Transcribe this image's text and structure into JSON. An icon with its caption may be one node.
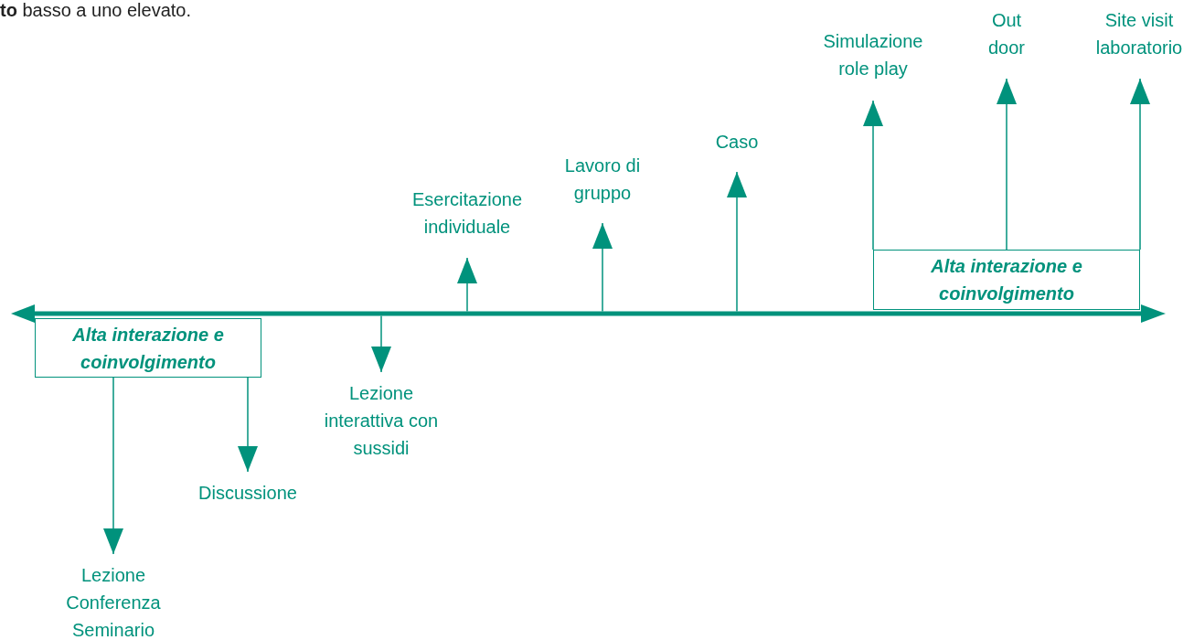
{
  "diagram": {
    "nodes": [
      {
        "text": [
          "Alta interazione e coinvolgimento"
        ]
      },
      {
        "text": [
          "Lezione Conferenza Seminario"
        ]
      },
      {
        "text": [
          "Discussione"
        ]
      },
      {
        "text": [
          "Lezione interattiva con sussidi"
        ]
      },
      {
        "text": [
          "Esercitazione individuale"
        ]
      },
      {
        "text": [
          "Lavoro di gruppo"
        ]
      },
      {
        "text": [
          "Caso"
        ]
      },
      {
        "text": [
          "Alta interazione e coinvolgimento"
        ]
      },
      {
        "text": [
          "Simulazione role play"
        ]
      },
      {
        "text": [
          "Out door"
        ]
      },
      {
        "text": [
          "Site visit laboratorio"
        ]
      },
      {
        "text": [],
        "shape": "bar"
      }
    ],
    "edges": [
      {
        "from": 0,
        "to": 1,
        "arrow": "to"
      },
      {
        "from": 0,
        "to": 2,
        "arrow": "to"
      },
      {
        "from": 11,
        "to": 3,
        "arrow": "to"
      },
      {
        "from": 11,
        "to": 4,
        "arrow": "to"
      },
      {
        "from": 11,
        "to": 5,
        "arrow": "to"
      },
      {
        "from": 11,
        "to": 6,
        "arrow": "to"
      },
      {
        "from": 7,
        "to": 8,
        "arrow": "to"
      },
      {
        "from": 7,
        "to": 9,
        "arrow": "to"
      },
      {
        "from": 7,
        "to": 10,
        "arrow": "to"
      }
    ],
    "labels": [
      "**to** basso a uno elevato."
    ]
  }
}
